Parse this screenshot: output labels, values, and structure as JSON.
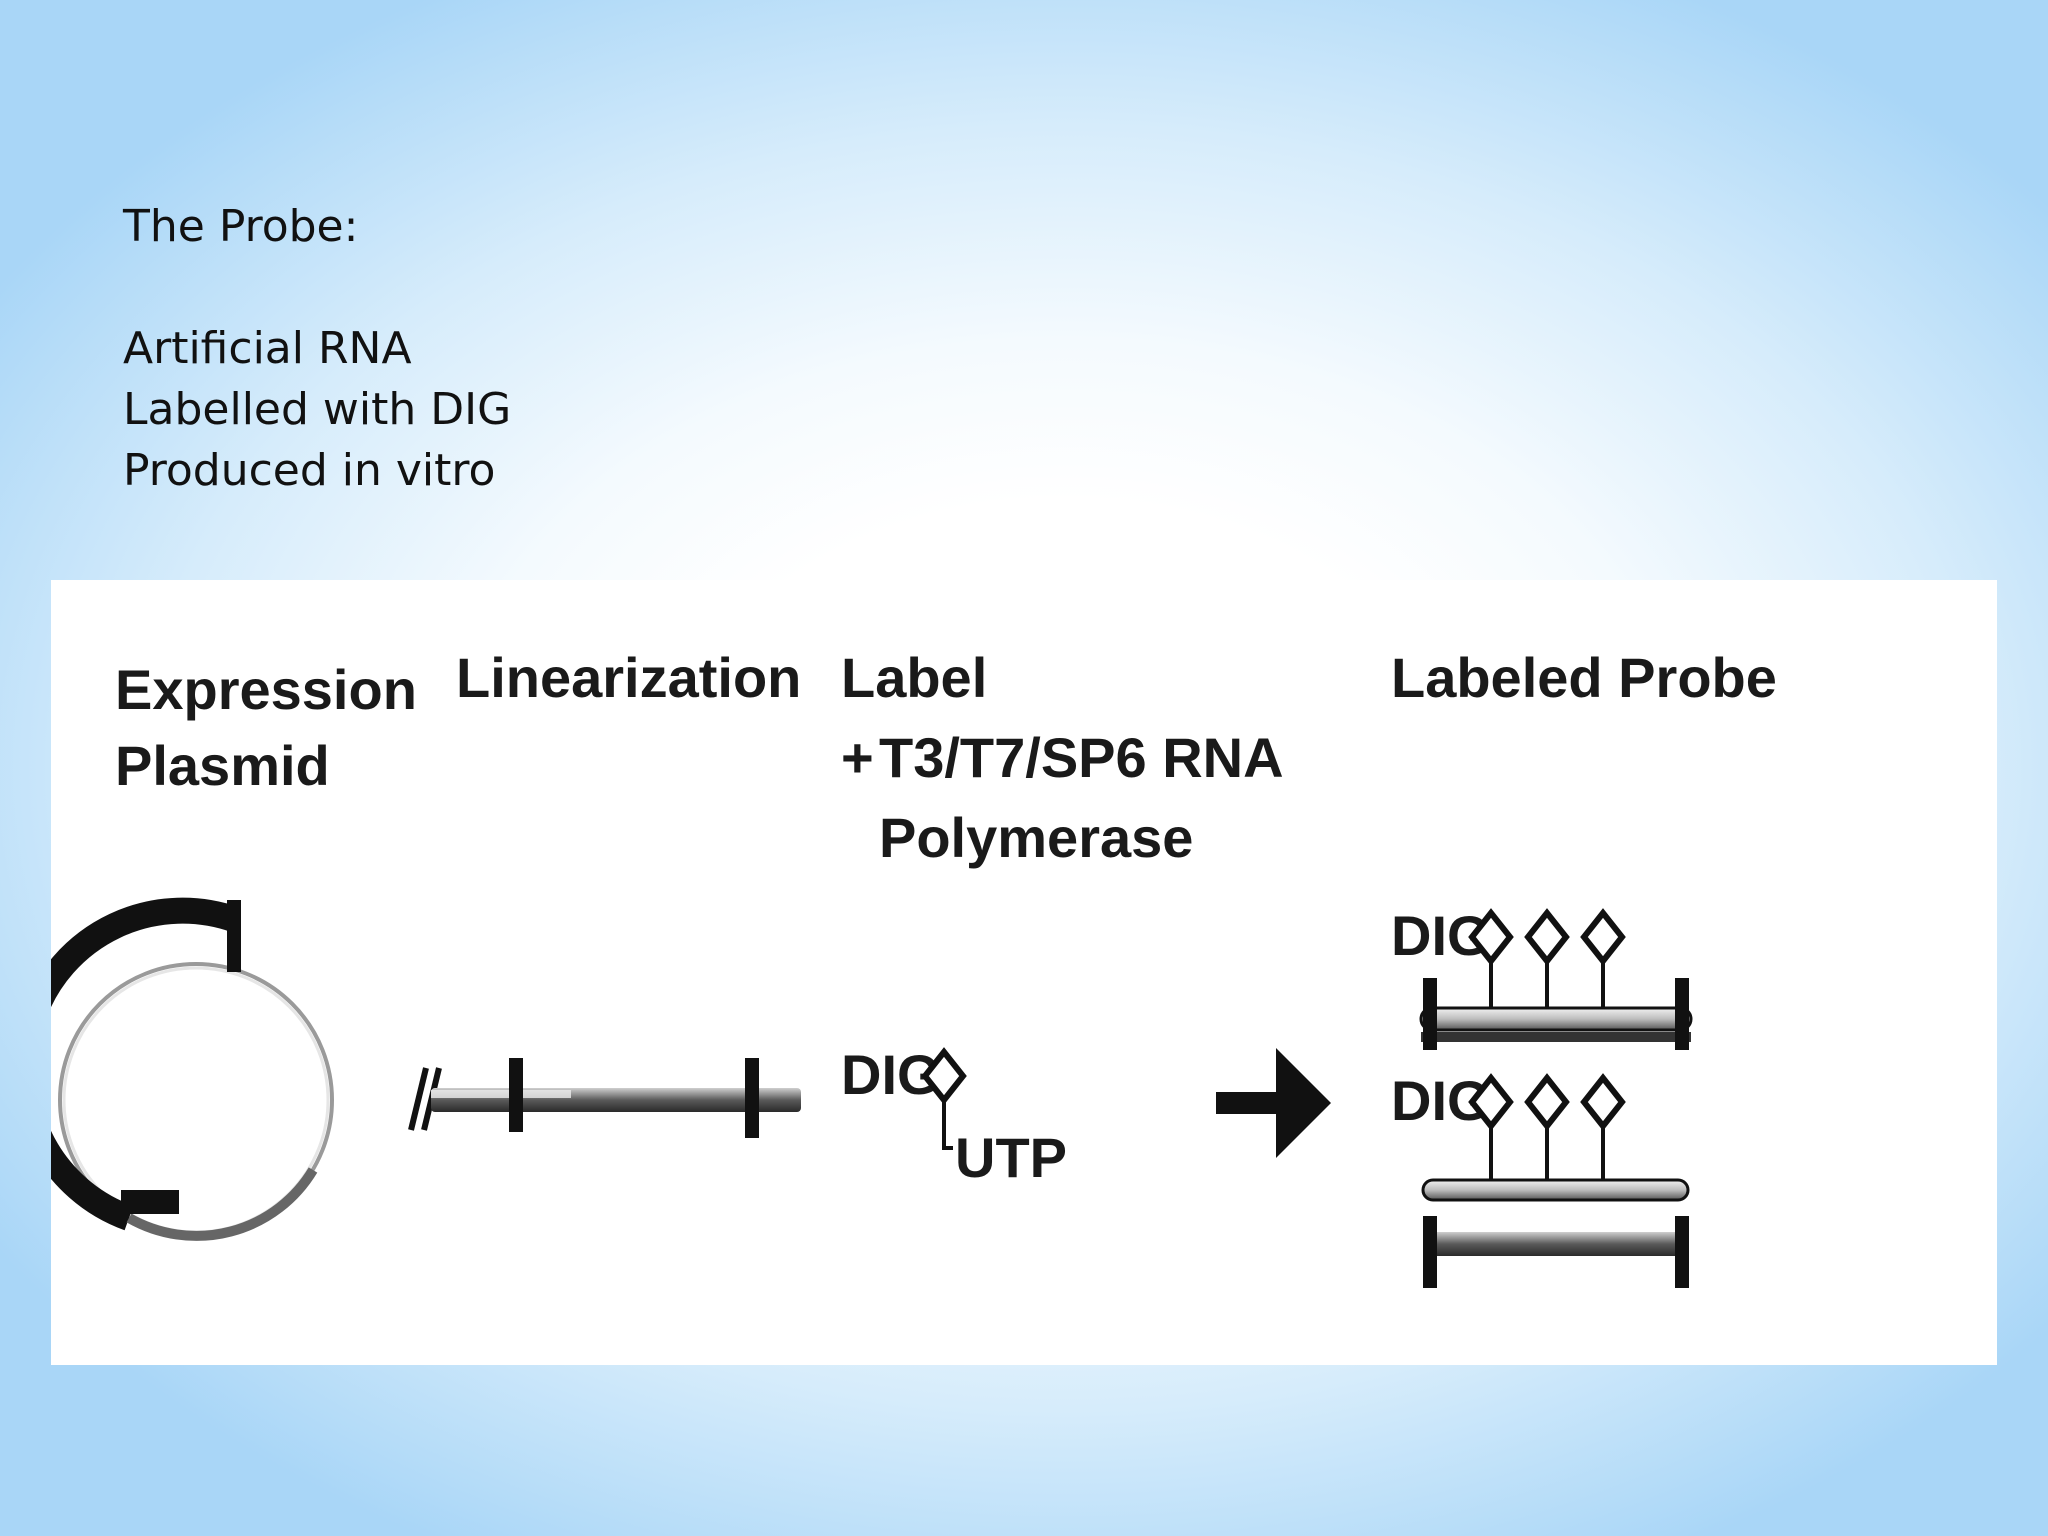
{
  "slide": {
    "heading": "The Probe:",
    "bullets": [
      "Artificial RNA",
      "Labelled with DIG",
      "Produced in vitro"
    ]
  },
  "figure": {
    "step1": {
      "line1": "Expression",
      "line2": "Plasmid"
    },
    "step2": {
      "title": "Linearization"
    },
    "step3": {
      "line1": "Label",
      "plus": "+",
      "line2": "T3/T7/SP6 RNA",
      "line3": "Polymerase",
      "dig": "DIG",
      "utp": "UTP"
    },
    "step4": {
      "title": "Labeled Probe",
      "dig_top": "DIG",
      "dig_bottom": "DIG"
    }
  }
}
